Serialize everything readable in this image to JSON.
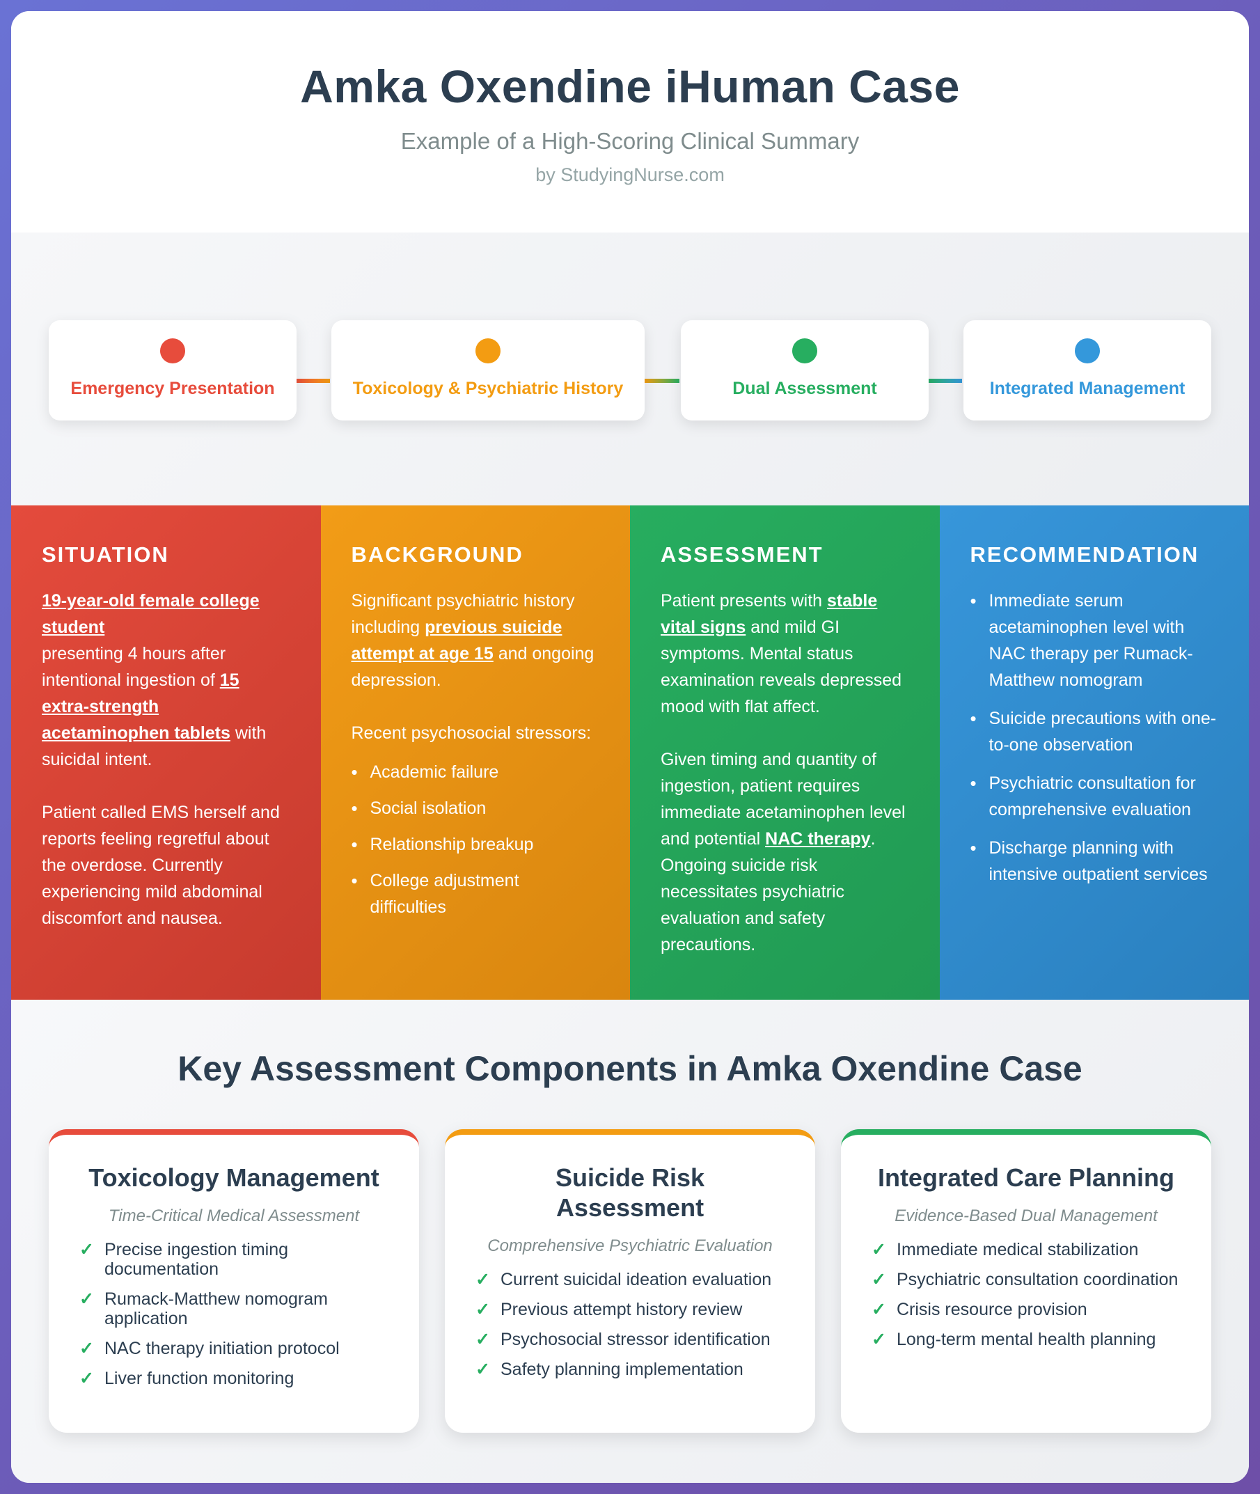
{
  "header": {
    "title": "Amka Oxendine iHuman Case",
    "subtitle": "Example of a High-Scoring Clinical Summary",
    "byline": "by StudyingNurse.com"
  },
  "timeline": [
    {
      "label": "Emergency Presentation",
      "color": "#e74c3c"
    },
    {
      "label": "Toxicology & Psychiatric History",
      "color": "#f39c12"
    },
    {
      "label": "Dual Assessment",
      "color": "#27ae60"
    },
    {
      "label": "Integrated Management",
      "color": "#3498db"
    }
  ],
  "sbar": {
    "situation": {
      "heading": "SITUATION",
      "p1_em1": "19-year-old female college student",
      "p1_t1": "presenting 4 hours after intentional ingestion of",
      "p1_em2": "15 extra-strength acetaminophen tablets",
      "p1_t2": "with suicidal intent.",
      "p2": "Patient called EMS herself and reports feeling regretful about the overdose. Currently experiencing mild abdominal discomfort and nausea."
    },
    "background": {
      "heading": "BACKGROUND",
      "p1_t1": "Significant psychiatric history including",
      "p1_em1": "previous suicide attempt at age 15",
      "p1_t2": "and ongoing depression.",
      "p2": "Recent psychosocial stressors:",
      "items": [
        "Academic failure",
        "Social isolation",
        "Relationship breakup",
        "College adjustment difficulties"
      ]
    },
    "assessment": {
      "heading": "ASSESSMENT",
      "p1_t1": "Patient presents with",
      "p1_em1": "stable vital signs",
      "p1_t2": "and mild GI symptoms. Mental status examination reveals depressed mood with flat affect.",
      "p2_t1": "Given timing and quantity of ingestion, patient requires immediate acetaminophen level and potential",
      "p2_em1": "NAC therapy",
      "p2_t2": ". Ongoing suicide risk necessitates psychiatric evaluation and safety precautions."
    },
    "recommendation": {
      "heading": "RECOMMENDATION",
      "items": [
        "Immediate serum acetaminophen level with NAC therapy per Rumack-Matthew nomogram",
        "Suicide precautions with one-to-one observation",
        "Psychiatric consultation for comprehensive evaluation",
        "Discharge planning with intensive outpatient services"
      ]
    }
  },
  "key": {
    "title": "Key Assessment Components in Amka Oxendine Case",
    "check_glyph": "✓",
    "cards": [
      {
        "title": "Toxicology Management",
        "subtitle": "Time-Critical Medical Assessment",
        "color": "#e74c3c",
        "items": [
          "Precise ingestion timing documentation",
          "Rumack-Matthew nomogram application",
          "NAC therapy initiation protocol",
          "Liver function monitoring"
        ]
      },
      {
        "title": "Suicide Risk Assessment",
        "subtitle": "Comprehensive Psychiatric Evaluation",
        "color": "#f39c12",
        "items": [
          "Current suicidal ideation evaluation",
          "Previous attempt history review",
          "Psychosocial stressor identification",
          "Safety planning implementation"
        ]
      },
      {
        "title": "Integrated Care Planning",
        "subtitle": "Evidence-Based Dual Management",
        "color": "#27ae60",
        "items": [
          "Immediate medical stabilization",
          "Psychiatric consultation coordination",
          "Crisis resource provision",
          "Long-term mental health planning"
        ]
      }
    ]
  }
}
